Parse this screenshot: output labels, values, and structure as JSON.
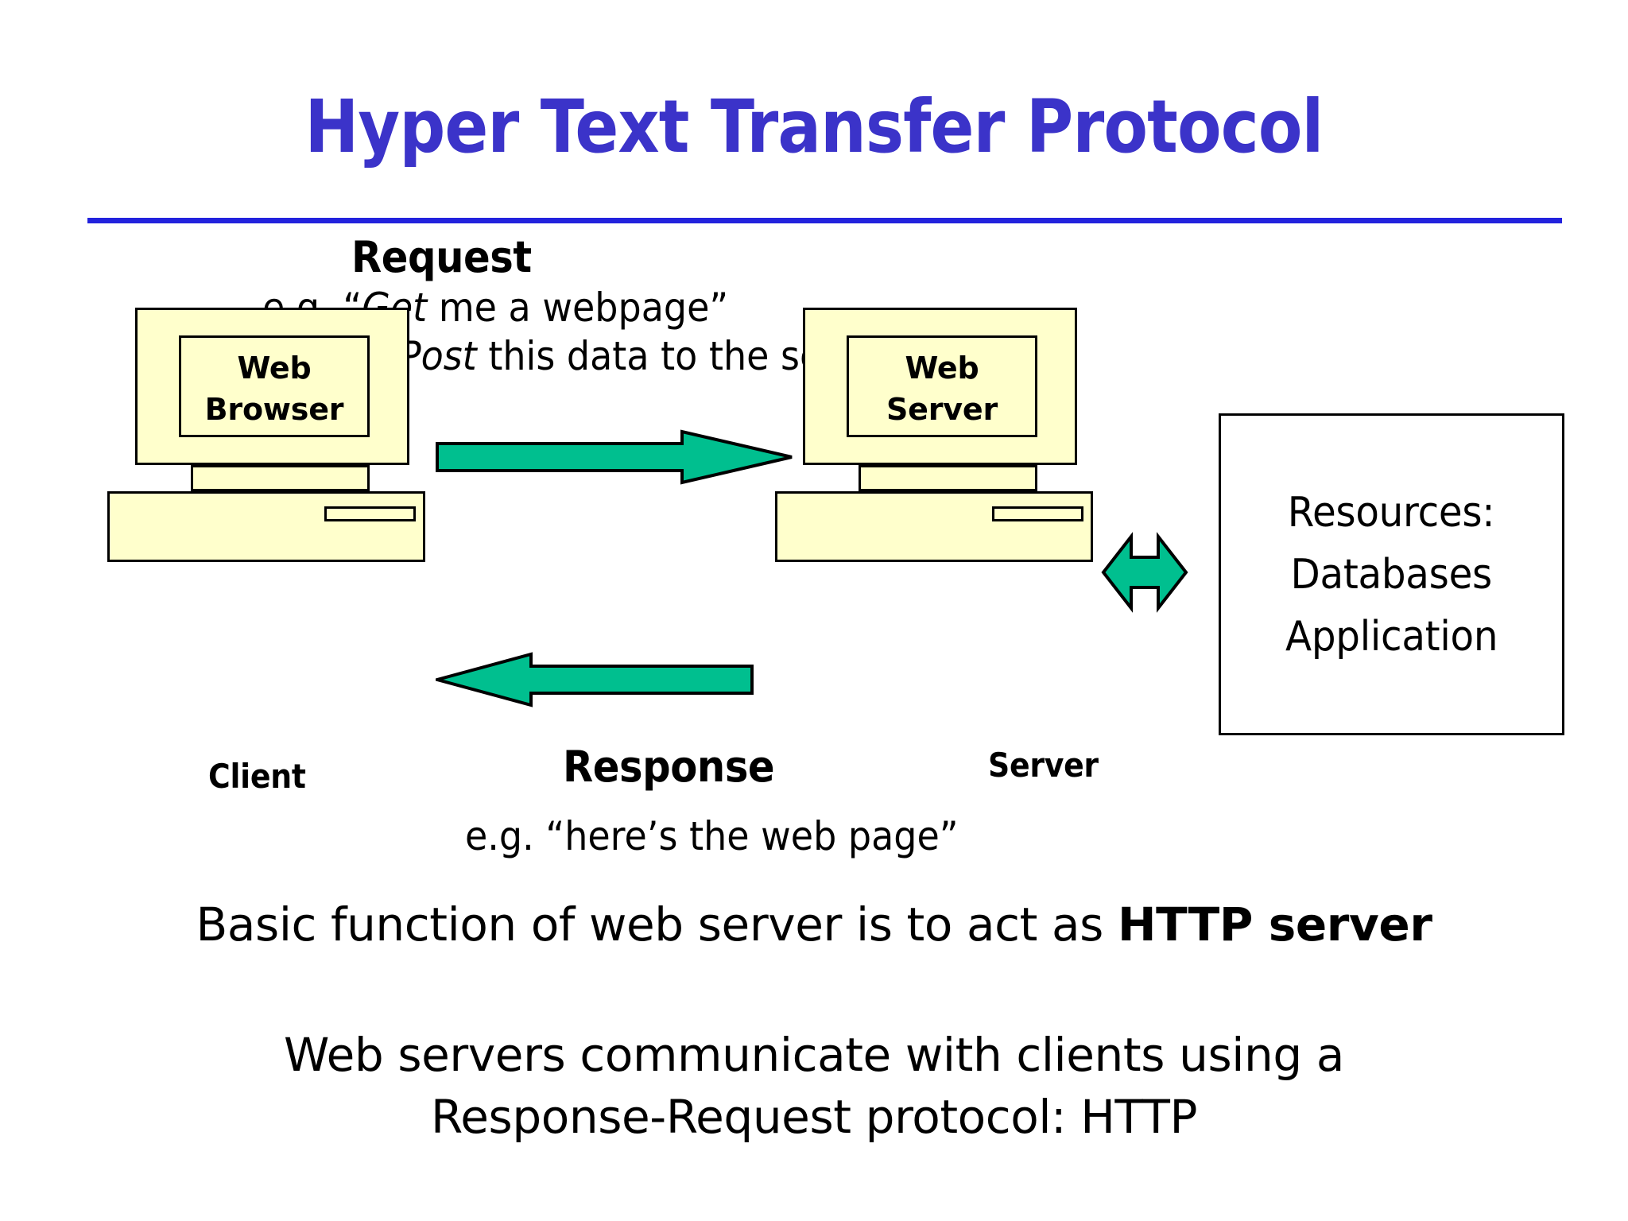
{
  "slide": {
    "title": "Hyper Text Transfer Protocol",
    "accent_color": "#3b33c9",
    "rule_color": "#2222dd",
    "arrow_color": "#00bf8f",
    "computer_fill": "#ffffcc",
    "outline_color": "#000000",
    "background": "#ffffff"
  },
  "request": {
    "heading": "Request",
    "example_prefix": "e.g. ",
    "example_1_open": "“",
    "example_1_verb": "Get",
    "example_1_rest": " me a webpage”",
    "example_2_open": "“",
    "example_2_verb": "Post",
    "example_2_rest": " this data to the server”"
  },
  "response": {
    "heading": "Response",
    "example": "e.g. “here’s the web page”"
  },
  "client": {
    "screen_label": "Web Browser",
    "caption": "Client"
  },
  "server": {
    "screen_label": "Web Server",
    "caption": "Server"
  },
  "resources": {
    "lines": [
      "Resources:",
      "Databases",
      "Application"
    ]
  },
  "arrows": {
    "request_arrow_name": "request-arrow-right",
    "response_arrow_name": "response-arrow-left",
    "bidirectional_arrow_name": "server-resources-bidirectional-arrow"
  },
  "footer": {
    "line1_prefix": "Basic function of web server is to act as ",
    "line1_strong": "HTTP server",
    "line2a": "Web servers communicate with clients using a",
    "line2b": "Response-Request protocol: HTTP"
  }
}
